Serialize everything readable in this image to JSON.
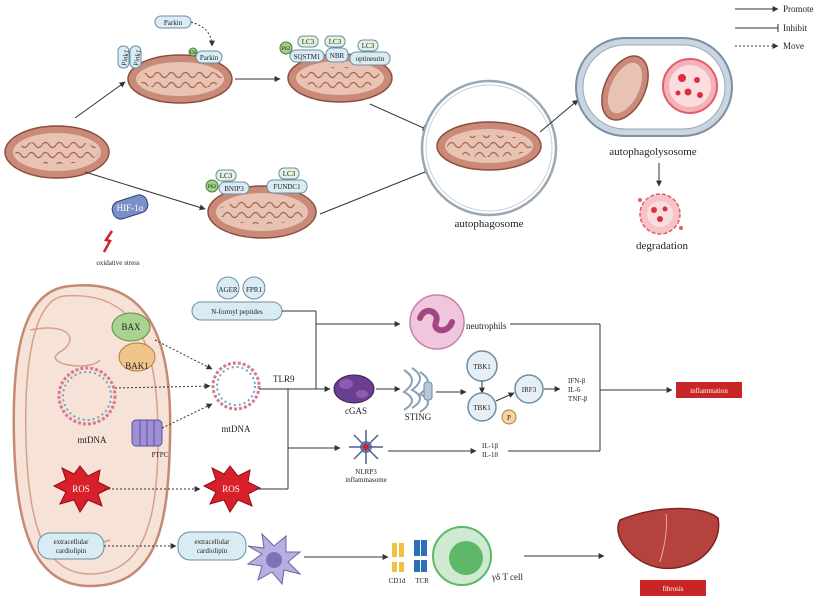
{
  "colors": {
    "mito": "#c98a78",
    "mito_inner": "#e8c2b3",
    "receptor": "#d9ecf4",
    "receptor_edge": "#6a8ea5",
    "autophagosome": "#9aa8b4",
    "lysosome": "#e55b6a",
    "ros": "#d8202a",
    "label_box": "#c82626",
    "cgas": "#6a3f8f",
    "tcell": "#5db86a",
    "liver": "#b5423d"
  },
  "legend": {
    "promote": "Promote",
    "inhibit": "Inhibit",
    "move": "Move"
  },
  "top": {
    "parkin_free": "Parkin",
    "pink1_a": "Pink1",
    "pink1_b": "Pink1",
    "ub": "Ub",
    "parkin_bound": "Parkin",
    "p62_1": "P62",
    "lc3_1": "LC3",
    "sqstm1": "SQSTM1",
    "lc3_2": "LC3",
    "nbr": "NBR",
    "lc3_3": "LC3",
    "optineurin": "optineurin",
    "lc3_4": "LC3",
    "p62_2": "P62",
    "bnip3": "BNIP3",
    "lc3_5": "LC3",
    "fundc1": "FUNDC1",
    "hif": "HIF-1α",
    "oxidative_stress": "oxidative stress",
    "autophagosome": "autophagosome",
    "autophagolysosome": "autophagolysosome",
    "degradation": "degradation"
  },
  "bottom": {
    "ager": "AGER",
    "fpr1": "FPR1",
    "n_formyl": "N-formyl peptides",
    "neutrophils": "neutrophils",
    "bax": "BAX",
    "bak1": "BAK1",
    "mtdna_in": "mtDNA",
    "mtdna_out": "mtDNA",
    "ptpc": "PTPC",
    "ros_in": "ROS",
    "ros_out": "ROS",
    "tlr9": "TLR9",
    "cgas": "cGAS",
    "sting": "STING",
    "tbk1_a": "TBK1",
    "tbk1_b": "TBK1",
    "p": "P",
    "irf3": "IRF3",
    "ifn": "IFN-β",
    "il6": "IL-6",
    "tnf": "TNF-β",
    "inflammation": "inflammation",
    "nlrp3": "NLRP3",
    "inflammasome": "inflammasome",
    "il1": "IL-1β",
    "il18": "IL-18",
    "ext_cl_in_1": "extracellular",
    "ext_cl_in_2": "cardiolipin",
    "ext_cl_out_1": "extracellular",
    "ext_cl_out_2": "cardiolipin",
    "cd1d": "CD1d",
    "tcr": "TCR",
    "tcell": "γδ T cell",
    "fibrosis": "fibrosis"
  }
}
